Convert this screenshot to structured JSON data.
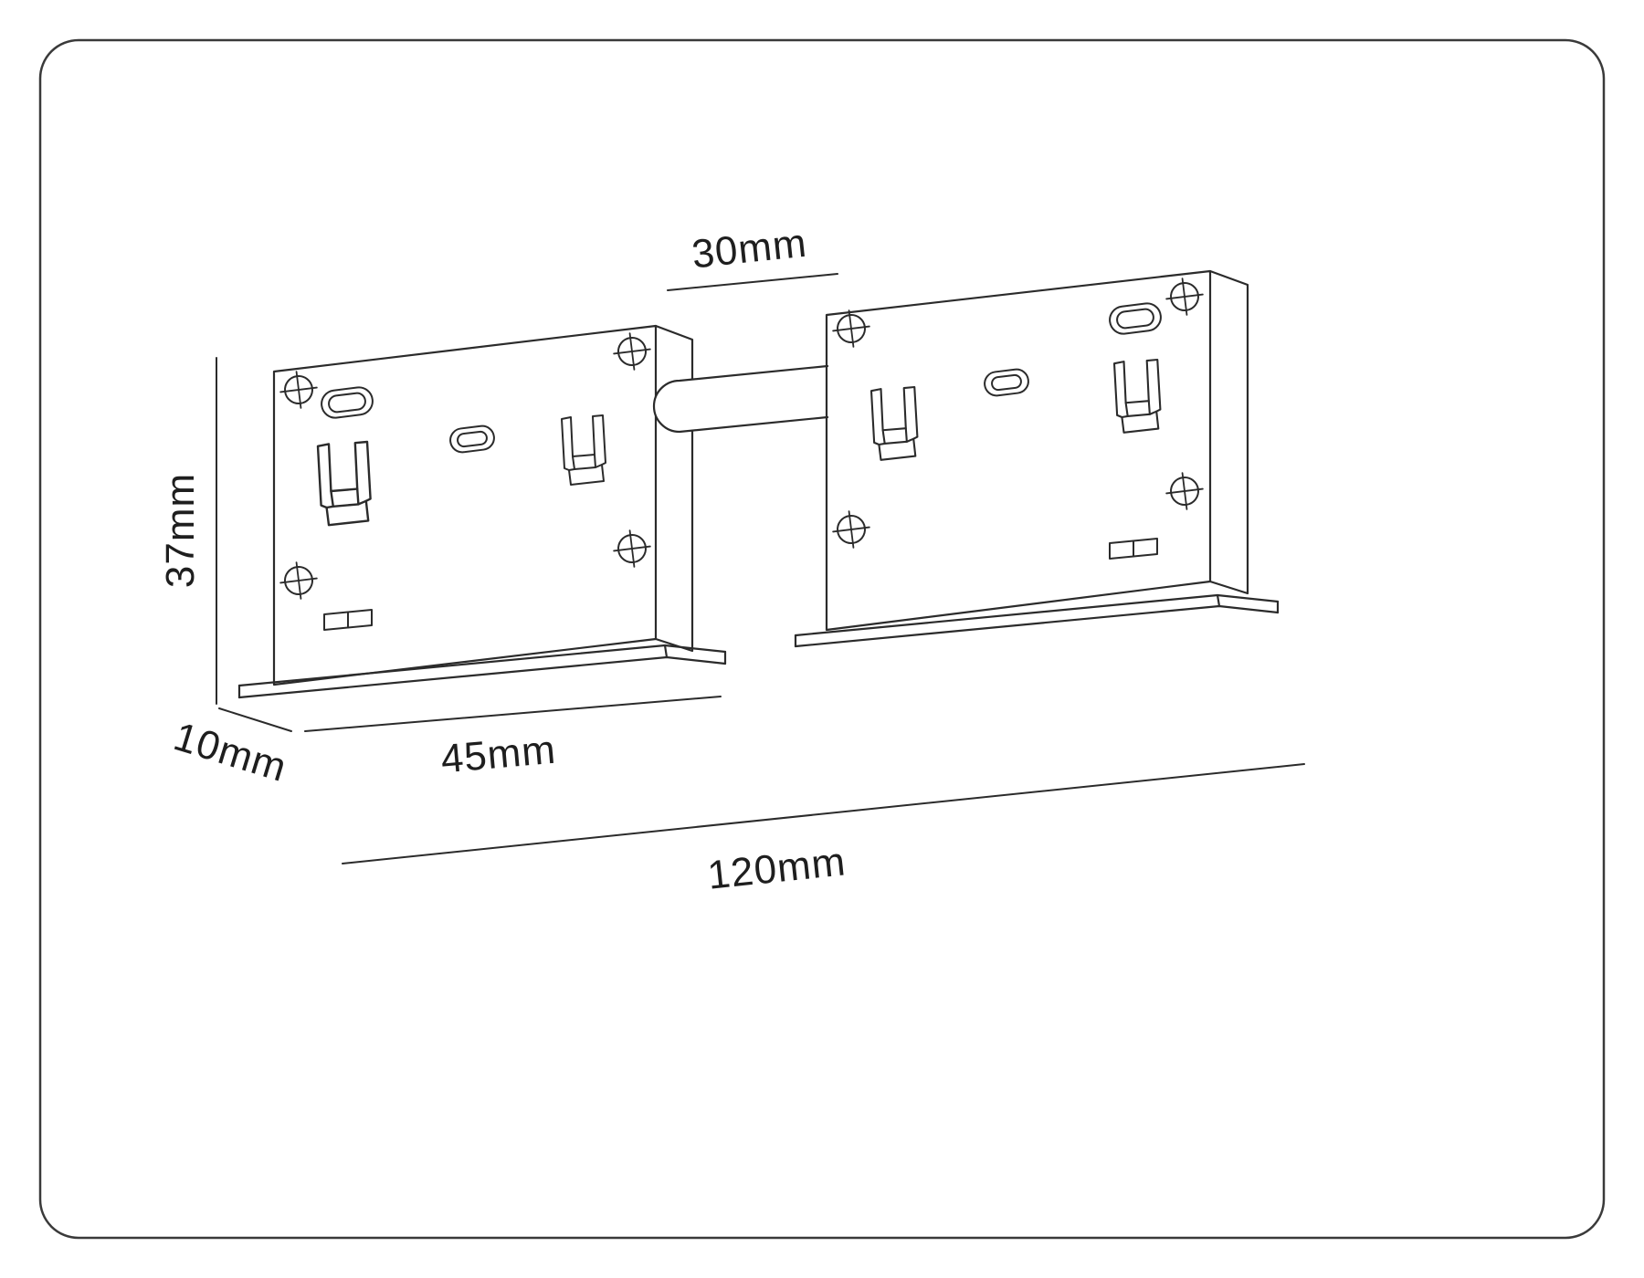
{
  "page": {
    "background": "#ffffff",
    "border_color": "#3a3a3a",
    "line_color": "#2b2b2b"
  },
  "diagram": {
    "dimension_labels": {
      "rod": "30mm",
      "height": "37mm",
      "depth": "10mm",
      "plate": "45mm",
      "overall": "120mm"
    }
  }
}
